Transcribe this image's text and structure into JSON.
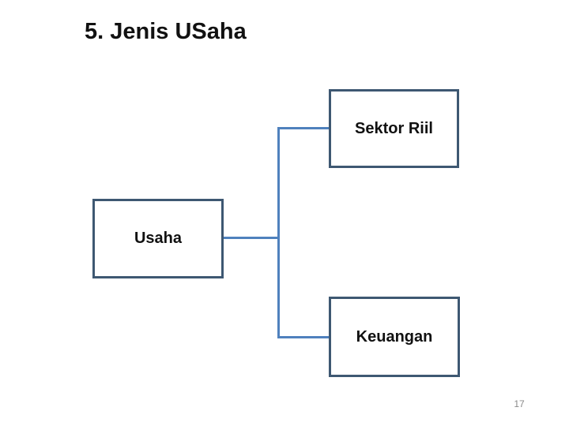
{
  "slide": {
    "title": "5. Jenis USaha",
    "page_number": "17"
  },
  "diagram": {
    "type": "hierarchy",
    "root_box": {
      "label": "Usaha"
    },
    "branch_boxes": [
      {
        "label": "Sektor Riil"
      },
      {
        "label": "Keuangan"
      }
    ],
    "connections": [
      "Usaha -> Sektor Riil",
      "Usaha -> Keuangan"
    ]
  },
  "colors": {
    "box_border": "#3E5872",
    "connector": "#4F81BD",
    "title_text": "#111111",
    "box_text": "#111111",
    "page_number_text": "#8A8A8A",
    "background": "#FFFFFF"
  }
}
